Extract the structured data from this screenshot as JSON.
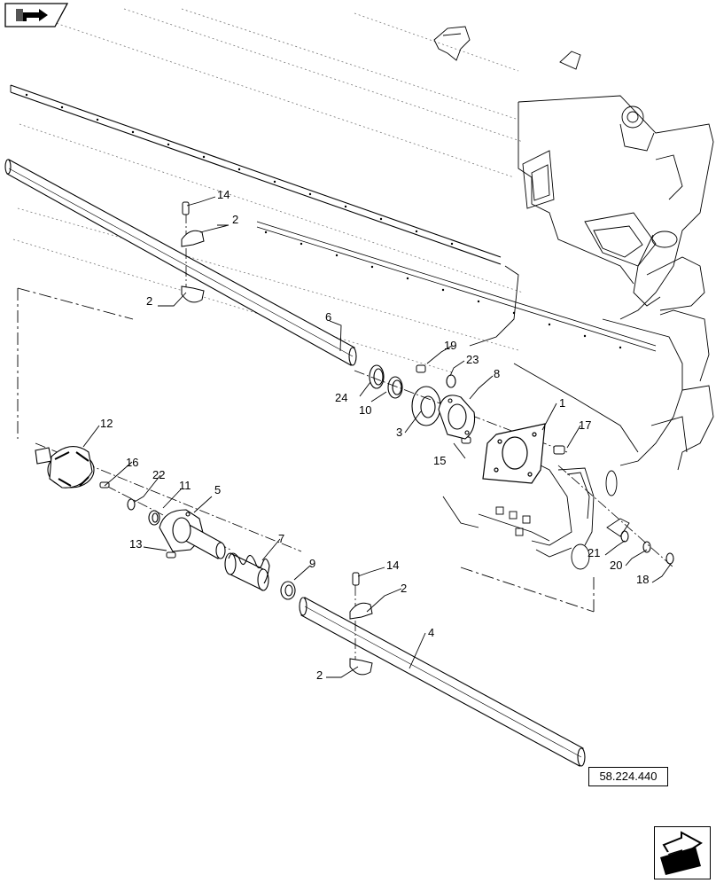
{
  "diagram": {
    "reference_code": "58.224.440",
    "icons": {
      "top_left": "previous-page-arrow-icon",
      "bottom_right": "next-page-arrow-icon"
    },
    "callouts": [
      {
        "id": "c1",
        "label": "1"
      },
      {
        "id": "c2a",
        "label": "2"
      },
      {
        "id": "c2b",
        "label": "2"
      },
      {
        "id": "c2c",
        "label": "2"
      },
      {
        "id": "c2d",
        "label": "2"
      },
      {
        "id": "c3",
        "label": "3"
      },
      {
        "id": "c4",
        "label": "4"
      },
      {
        "id": "c5",
        "label": "5"
      },
      {
        "id": "c6",
        "label": "6"
      },
      {
        "id": "c7",
        "label": "7"
      },
      {
        "id": "c8",
        "label": "8"
      },
      {
        "id": "c9",
        "label": "9"
      },
      {
        "id": "c10",
        "label": "10"
      },
      {
        "id": "c11",
        "label": "11"
      },
      {
        "id": "c12",
        "label": "12"
      },
      {
        "id": "c13",
        "label": "13"
      },
      {
        "id": "c14a",
        "label": "14"
      },
      {
        "id": "c14b",
        "label": "14"
      },
      {
        "id": "c15",
        "label": "15"
      },
      {
        "id": "c16",
        "label": "16"
      },
      {
        "id": "c17",
        "label": "17"
      },
      {
        "id": "c18",
        "label": "18"
      },
      {
        "id": "c19",
        "label": "19"
      },
      {
        "id": "c20",
        "label": "20"
      },
      {
        "id": "c21",
        "label": "21"
      },
      {
        "id": "c22",
        "label": "22"
      },
      {
        "id": "c23",
        "label": "23"
      },
      {
        "id": "c24",
        "label": "24"
      }
    ]
  }
}
